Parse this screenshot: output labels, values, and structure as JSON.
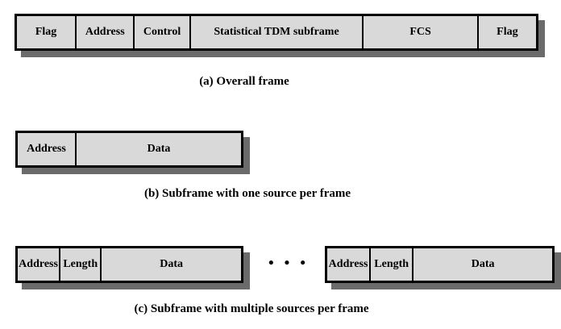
{
  "figure": {
    "title_hint": "Statistical TDM frame formats",
    "colors": {
      "background": "#ffffff",
      "cell_fill": "#d9d9d9",
      "border": "#000000",
      "shadow": "#6b6b6b",
      "text": "#000000"
    },
    "rows": [
      {
        "id": "a",
        "caption": "(a) Overall frame",
        "frames": [
          {
            "cells": [
              {
                "label": "Flag"
              },
              {
                "label": "Address"
              },
              {
                "label": "Control"
              },
              {
                "label": "Statistical TDM subframe"
              },
              {
                "label": "FCS"
              },
              {
                "label": "Flag"
              }
            ]
          }
        ]
      },
      {
        "id": "b",
        "caption": "(b) Subframe with one source per frame",
        "frames": [
          {
            "cells": [
              {
                "label": "Address"
              },
              {
                "label": "Data"
              }
            ]
          }
        ]
      },
      {
        "id": "c",
        "caption": "(c) Subframe with multiple sources per frame",
        "separator": "•••",
        "frames": [
          {
            "cells": [
              {
                "label": "Address"
              },
              {
                "label": "Length"
              },
              {
                "label": "Data"
              }
            ]
          },
          {
            "cells": [
              {
                "label": "Address"
              },
              {
                "label": "Length"
              },
              {
                "label": "Data"
              }
            ]
          }
        ]
      }
    ]
  }
}
